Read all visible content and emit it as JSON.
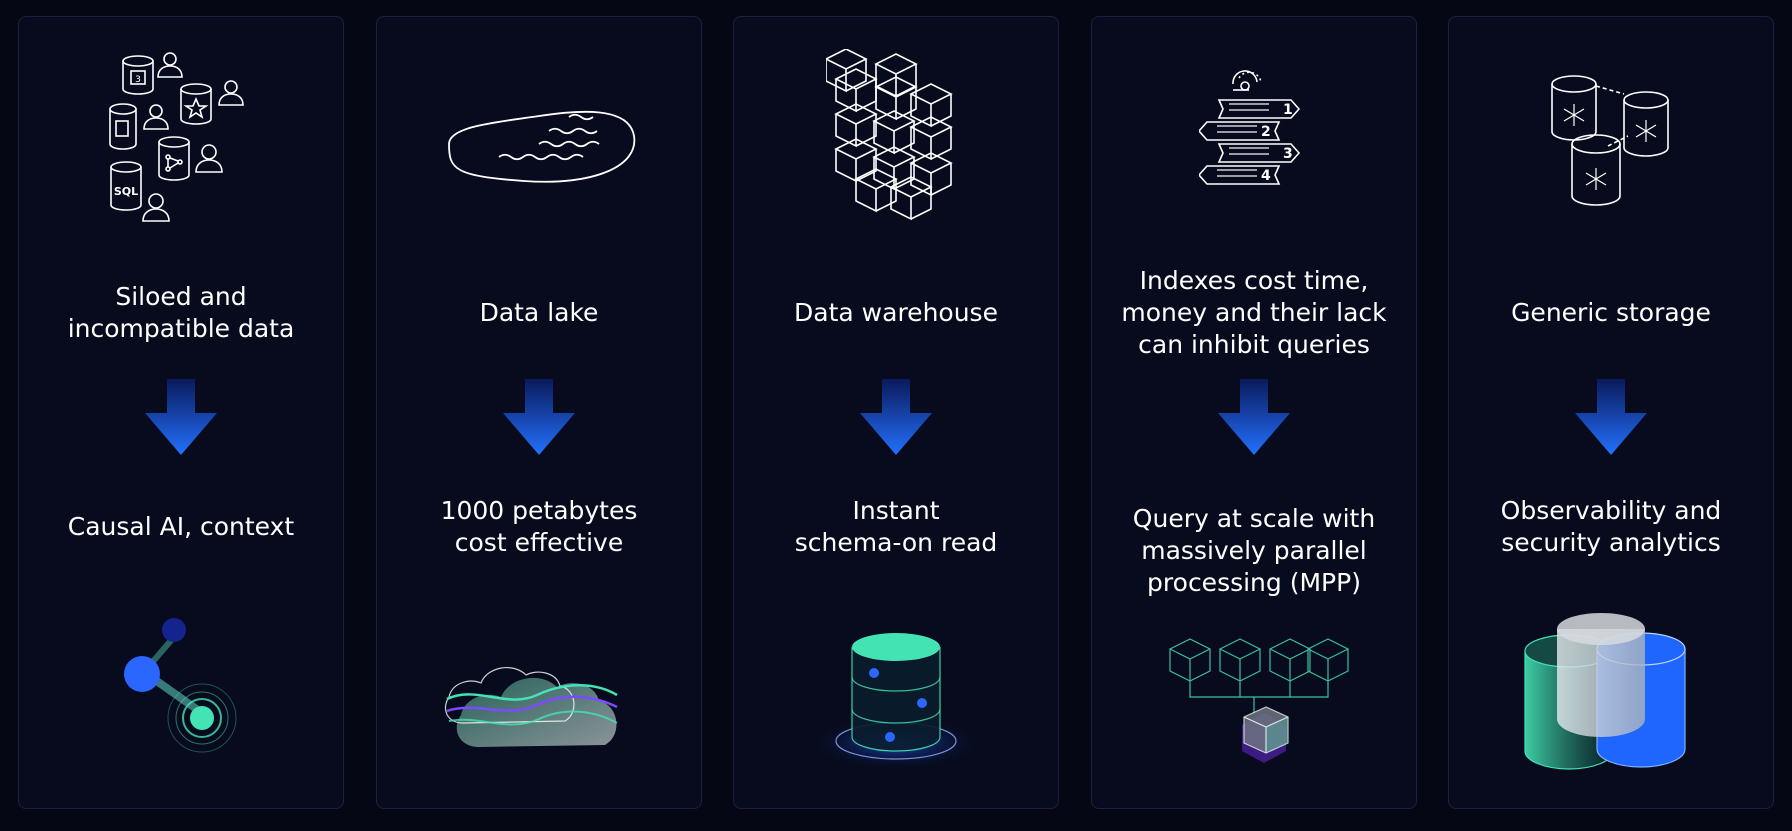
{
  "colors": {
    "background": "#050814",
    "card": "#070b1d",
    "card_border": "#1b2140",
    "arrow_top": "#0a1f6b",
    "arrow_bottom": "#1f6bff",
    "accent_green": "#43e3b4",
    "accent_blue": "#2563ff",
    "accent_purple": "#6b3cf0"
  },
  "columns": [
    {
      "top_icon": "siloed-databases-icon",
      "title": [
        "Siloed and",
        "incompatible data"
      ],
      "arrow_icon": "arrow-down-icon",
      "subtitle": [
        "Causal AI, context"
      ],
      "bottom_icon": "causal-graph-icon",
      "sql_label": "SQL",
      "calendar_label": "3"
    },
    {
      "top_icon": "data-lake-icon",
      "title": [
        "Data lake"
      ],
      "arrow_icon": "arrow-down-icon",
      "subtitle": [
        "1000 petabytes",
        "cost effective"
      ],
      "bottom_icon": "cloud-storage-icon"
    },
    {
      "top_icon": "cube-warehouse-icon",
      "title": [
        "Data warehouse"
      ],
      "arrow_icon": "arrow-down-icon",
      "subtitle": [
        "Instant",
        "schema-on read"
      ],
      "bottom_icon": "database-cylinder-icon"
    },
    {
      "top_icon": "indexed-signpost-icon",
      "title": [
        "Indexes cost time,",
        "money and their lack",
        "can inhibit queries"
      ],
      "arrow_icon": "arrow-down-icon",
      "subtitle": [
        "Query at scale with",
        "massively parallel",
        "processing (MPP)"
      ],
      "bottom_icon": "parallel-cubes-icon",
      "index_labels": [
        "1",
        "2",
        "3",
        "4"
      ]
    },
    {
      "top_icon": "snowflake-databases-icon",
      "title": [
        "Generic storage"
      ],
      "arrow_icon": "arrow-down-icon",
      "subtitle": [
        "Observability and",
        "security analytics"
      ],
      "bottom_icon": "stacked-cylinders-icon"
    }
  ]
}
